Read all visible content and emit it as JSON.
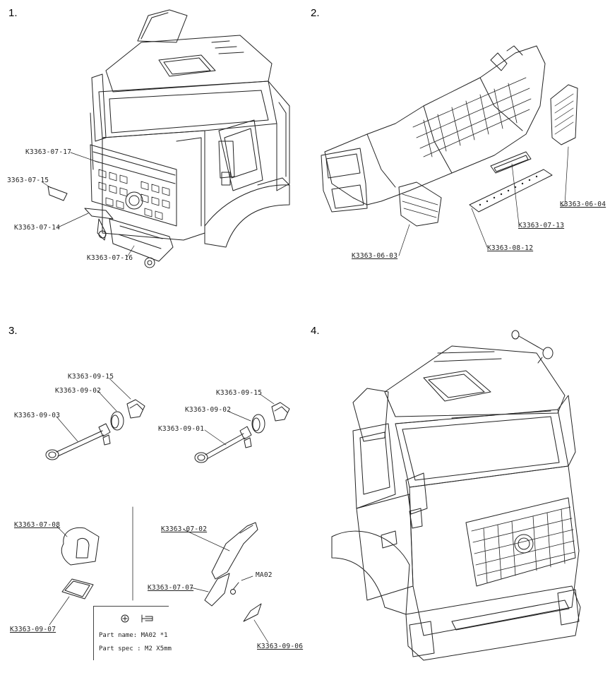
{
  "steps": [
    "1.",
    "2.",
    "3.",
    "4."
  ],
  "panel1": {
    "labels": [
      "K3363-07-17",
      "3363-07-15",
      "K3363-07-14",
      "K3363-07-16"
    ]
  },
  "panel2": {
    "labels": [
      "K3363-06-04",
      "K3363-07-13",
      "K3363-08-12",
      "K3363-06-03"
    ]
  },
  "panel3": {
    "labels": [
      "K3363-09-15",
      "K3363-09-02",
      "K3363-09-03",
      "K3363-09-15",
      "K3363-09-02",
      "K3363-09-01",
      "K3363-07-08",
      "K3363-09-07",
      "K3363-07-02",
      "K3363-07-07",
      "MA02",
      "K3363-09-06"
    ],
    "spec": {
      "part_name": "Part name: MA02 *1",
      "part_spec": "Part spec : M2 X5mm"
    }
  },
  "panel4": {
    "labels": []
  }
}
